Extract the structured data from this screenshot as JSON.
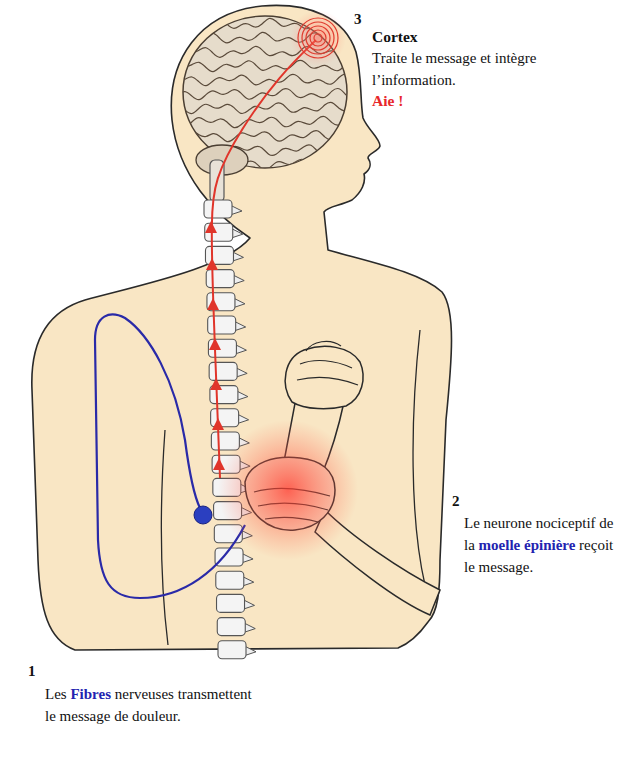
{
  "diagram": {
    "labels": [
      "3",
      "Cortex",
      "Traite le message et intègre l’information.",
      "Aie !",
      "2",
      "Le neurone nociceptif de la moelle épinière reçoit le message.",
      "1",
      "Les Fibres nerveuses transmettent le message de douleur."
    ]
  }
}
